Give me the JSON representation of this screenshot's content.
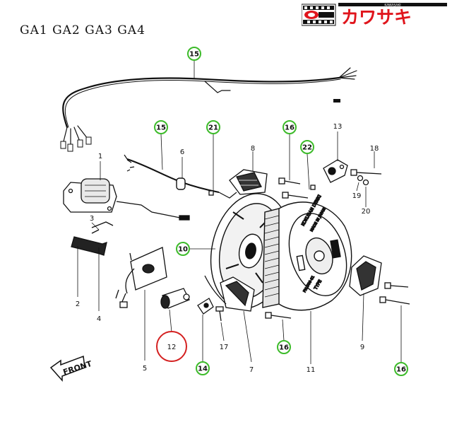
{
  "header": {
    "models": "GA1  GA2  GA3  GA4",
    "brand_text": "カワサキ",
    "brand_badge": "KAWASAKI"
  },
  "direction_label": "FRONT",
  "stator_text": [
    "KOKUSAN DENKI",
    "MADE IN JAPAN",
    "TYPE",
    "FM 506-01"
  ],
  "callouts": [
    {
      "id": "15",
      "style": "green"
    },
    {
      "id": "15",
      "style": "green"
    },
    {
      "id": "21",
      "style": "green"
    },
    {
      "id": "16",
      "style": "green"
    },
    {
      "id": "22",
      "style": "green"
    },
    {
      "id": "10",
      "style": "green"
    },
    {
      "id": "16",
      "style": "green"
    },
    {
      "id": "14",
      "style": "green"
    },
    {
      "id": "16",
      "style": "green"
    },
    {
      "id": "12",
      "style": "red"
    }
  ],
  "part_labels": [
    "1",
    "2",
    "3",
    "4",
    "5",
    "6",
    "7",
    "8",
    "9",
    "11",
    "13",
    "17",
    "18",
    "19",
    "20"
  ],
  "colors": {
    "green_ring": "#3dbb2a",
    "red_ring": "#d42020",
    "ink": "#111111",
    "brand_red": "#e0151c"
  }
}
